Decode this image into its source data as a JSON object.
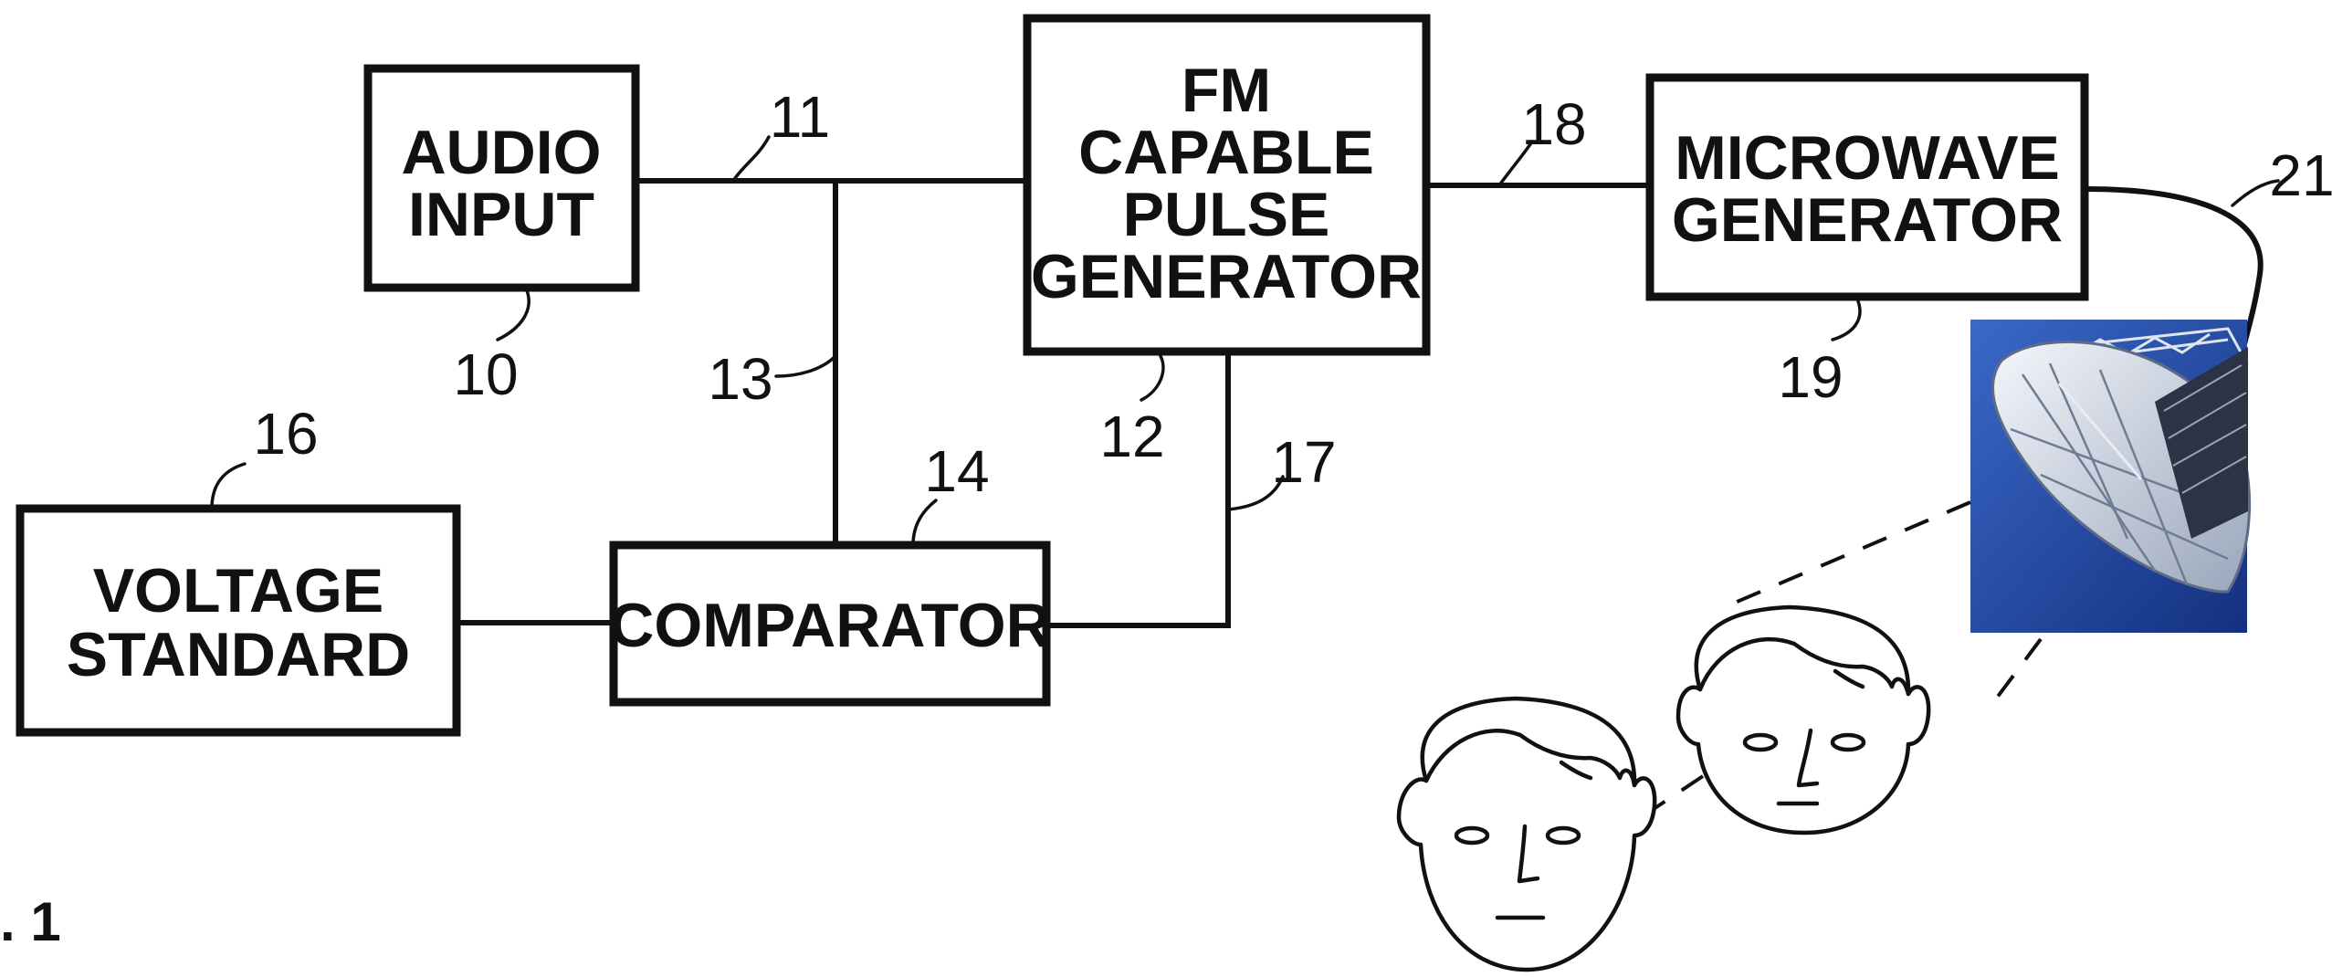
{
  "blocks": {
    "audio_input": [
      "AUDIO",
      "INPUT"
    ],
    "fm_pulse_generator": [
      "FM",
      "CAPABLE",
      "PULSE",
      "GENERATOR"
    ],
    "microwave_generator": [
      "MICROWAVE",
      "GENERATOR"
    ],
    "voltage_standard": [
      "VOLTAGE",
      "STANDARD"
    ],
    "comparator": [
      "COMPARATOR"
    ]
  },
  "refs": {
    "audio_input": "10",
    "audio_line": "11",
    "pulse_generator": "12",
    "branch_line": "13",
    "comparator": "14",
    "voltage_standard": "16",
    "feedback_line": "17",
    "output_line": "18",
    "microwave_generator": "19",
    "antenna_cable": "21"
  },
  "figure_label": ". 1",
  "icons": {
    "antenna": "satellite-dish-photo",
    "heads": "person-head-icon"
  },
  "colors": {
    "ink": "#111111",
    "sky_light": "#3a69c8",
    "sky_dark": "#14307e"
  }
}
